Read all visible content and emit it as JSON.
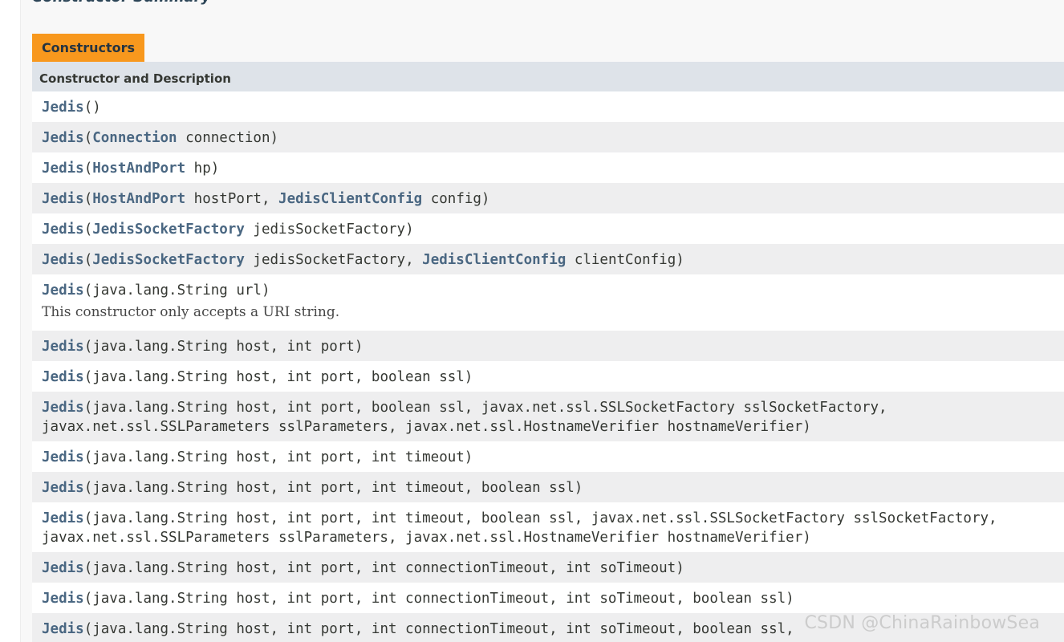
{
  "summary_heading": "Constructor Summary",
  "tab_label": "Constructors",
  "table_header": "Constructor and Description",
  "colors": {
    "tab_bg": "#f8981d",
    "header_bg": "#dee3e9",
    "row_alt_bg": "#eeeeef",
    "link": "#4a6782",
    "text": "#353833"
  },
  "constructors": [
    {
      "lines": [
        [
          {
            "t": "Jedis",
            "link": true
          },
          {
            "t": "()"
          }
        ]
      ]
    },
    {
      "lines": [
        [
          {
            "t": "Jedis",
            "link": true
          },
          {
            "t": "("
          },
          {
            "t": "Connection",
            "link": true
          },
          {
            "t": " connection)"
          }
        ]
      ]
    },
    {
      "lines": [
        [
          {
            "t": "Jedis",
            "link": true
          },
          {
            "t": "("
          },
          {
            "t": "HostAndPort",
            "link": true
          },
          {
            "t": " hp)"
          }
        ]
      ]
    },
    {
      "lines": [
        [
          {
            "t": "Jedis",
            "link": true
          },
          {
            "t": "("
          },
          {
            "t": "HostAndPort",
            "link": true
          },
          {
            "t": " hostPort, "
          },
          {
            "t": "JedisClientConfig",
            "link": true
          },
          {
            "t": " config)"
          }
        ]
      ]
    },
    {
      "lines": [
        [
          {
            "t": "Jedis",
            "link": true
          },
          {
            "t": "("
          },
          {
            "t": "JedisSocketFactory",
            "link": true
          },
          {
            "t": " jedisSocketFactory)"
          }
        ]
      ]
    },
    {
      "lines": [
        [
          {
            "t": "Jedis",
            "link": true
          },
          {
            "t": "("
          },
          {
            "t": "JedisSocketFactory",
            "link": true
          },
          {
            "t": " jedisSocketFactory, "
          },
          {
            "t": "JedisClientConfig",
            "link": true
          },
          {
            "t": " clientConfig)"
          }
        ]
      ]
    },
    {
      "lines": [
        [
          {
            "t": "Jedis",
            "link": true
          },
          {
            "t": "(java.lang.String url)"
          }
        ]
      ],
      "description": "This constructor only accepts a URI string."
    },
    {
      "lines": [
        [
          {
            "t": "Jedis",
            "link": true
          },
          {
            "t": "(java.lang.String host, int port)"
          }
        ]
      ]
    },
    {
      "lines": [
        [
          {
            "t": "Jedis",
            "link": true
          },
          {
            "t": "(java.lang.String host, int port, boolean ssl)"
          }
        ]
      ]
    },
    {
      "lines": [
        [
          {
            "t": "Jedis",
            "link": true
          },
          {
            "t": "(java.lang.String host, int port, boolean ssl, javax.net.ssl.SSLSocketFactory sslSocketFactory,"
          }
        ],
        [
          {
            "t": "javax.net.ssl.SSLParameters sslParameters, javax.net.ssl.HostnameVerifier hostnameVerifier)"
          }
        ]
      ]
    },
    {
      "lines": [
        [
          {
            "t": "Jedis",
            "link": true
          },
          {
            "t": "(java.lang.String host, int port, int timeout)"
          }
        ]
      ]
    },
    {
      "lines": [
        [
          {
            "t": "Jedis",
            "link": true
          },
          {
            "t": "(java.lang.String host, int port, int timeout, boolean ssl)"
          }
        ]
      ]
    },
    {
      "lines": [
        [
          {
            "t": "Jedis",
            "link": true
          },
          {
            "t": "(java.lang.String host, int port, int timeout, boolean ssl, javax.net.ssl.SSLSocketFactory sslSocketFactory,"
          }
        ],
        [
          {
            "t": "javax.net.ssl.SSLParameters sslParameters, javax.net.ssl.HostnameVerifier hostnameVerifier)"
          }
        ]
      ]
    },
    {
      "lines": [
        [
          {
            "t": "Jedis",
            "link": true
          },
          {
            "t": "(java.lang.String host, int port, int connectionTimeout, int soTimeout)"
          }
        ]
      ]
    },
    {
      "lines": [
        [
          {
            "t": "Jedis",
            "link": true
          },
          {
            "t": "(java.lang.String host, int port, int connectionTimeout, int soTimeout, boolean ssl)"
          }
        ]
      ]
    },
    {
      "lines": [
        [
          {
            "t": "Jedis",
            "link": true
          },
          {
            "t": "(java.lang.String host, int port, int connectionTimeout, int soTimeout, boolean ssl,"
          }
        ]
      ]
    }
  ],
  "watermark": "CSDN @ChinaRainbowSea"
}
